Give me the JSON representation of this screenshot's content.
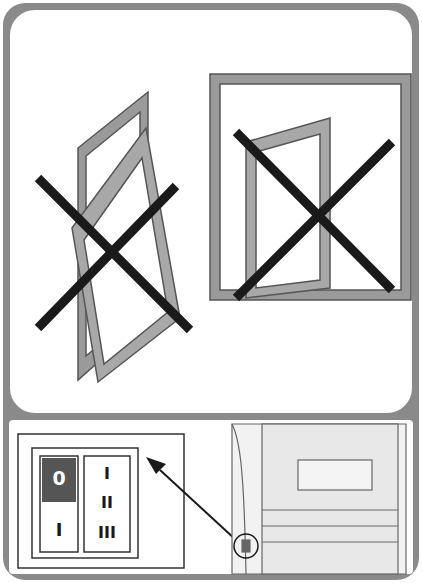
{
  "diagram": {
    "labels": [
      "0",
      "I",
      "I",
      "II",
      "III"
    ]
  }
}
